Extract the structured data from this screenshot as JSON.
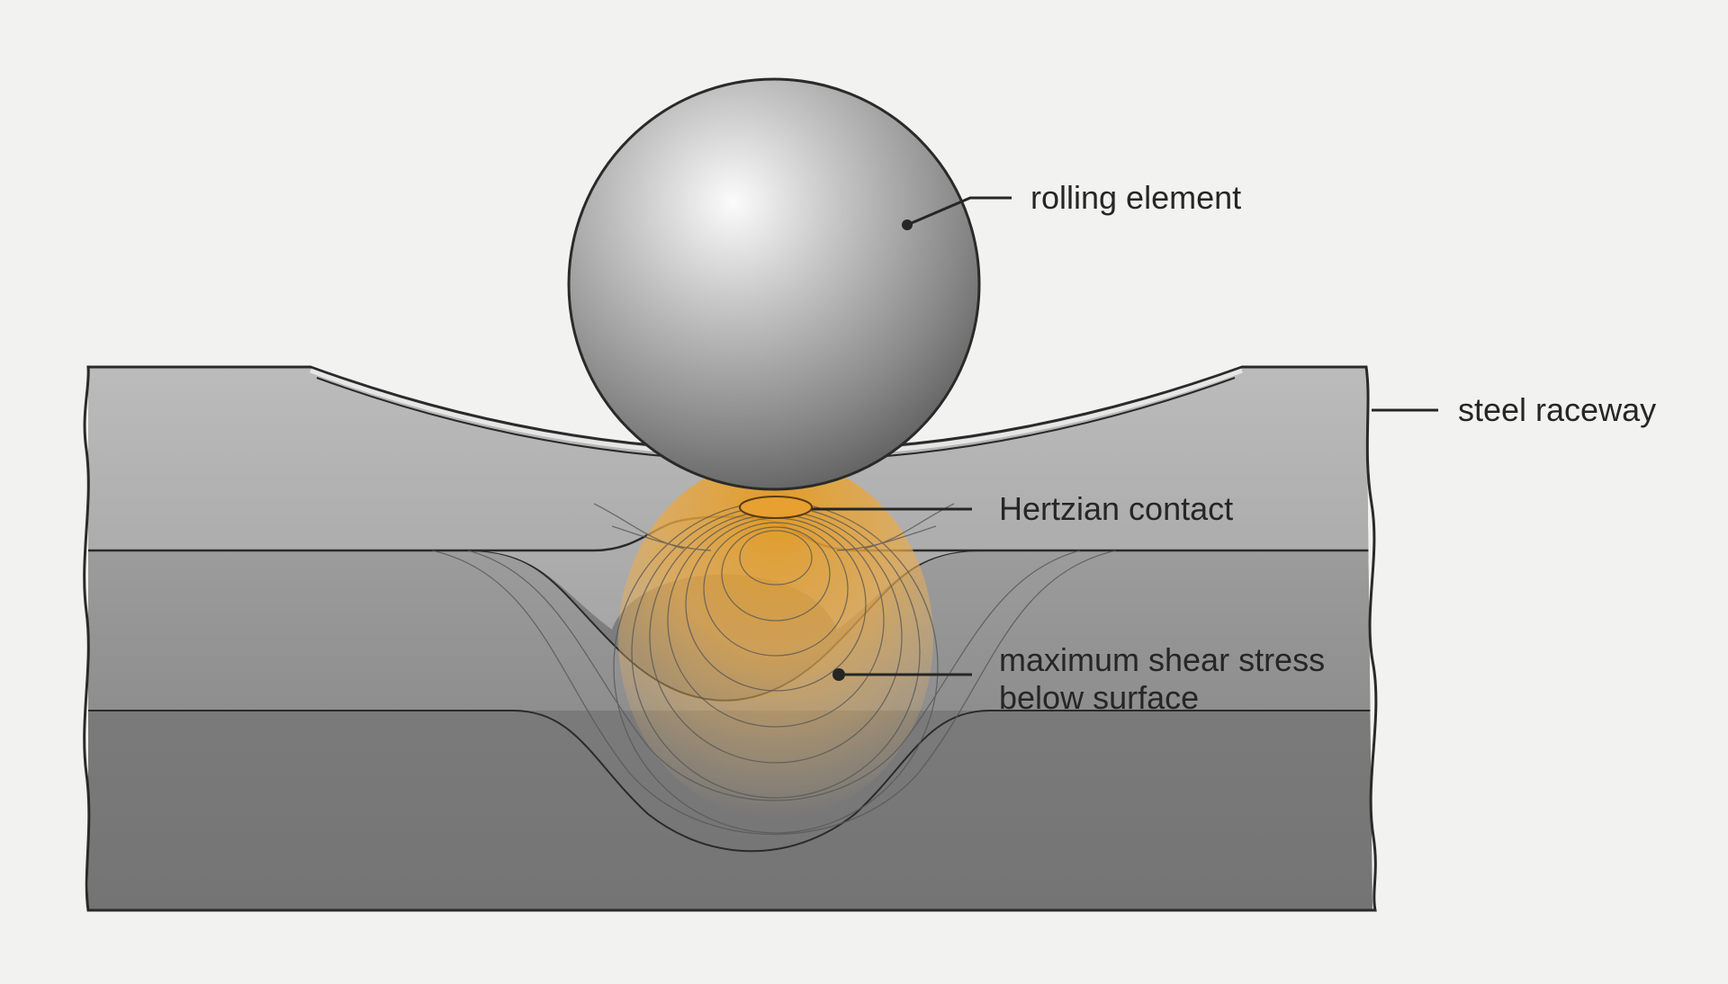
{
  "diagram": {
    "labels": {
      "rolling_element": "rolling element",
      "steel_raceway": "steel raceway",
      "hertzian_contact": "Hertzian contact",
      "max_shear_line1": "maximum shear stress",
      "max_shear_line2": "below surface"
    },
    "colors": {
      "background": "#f2f2f0",
      "steel_light": "#b4b4b4",
      "steel_mid": "#9a9a9a",
      "steel_dark": "#7c7c7c",
      "stress_orange": "#e3a23a",
      "outline": "#2a2a2a"
    }
  }
}
